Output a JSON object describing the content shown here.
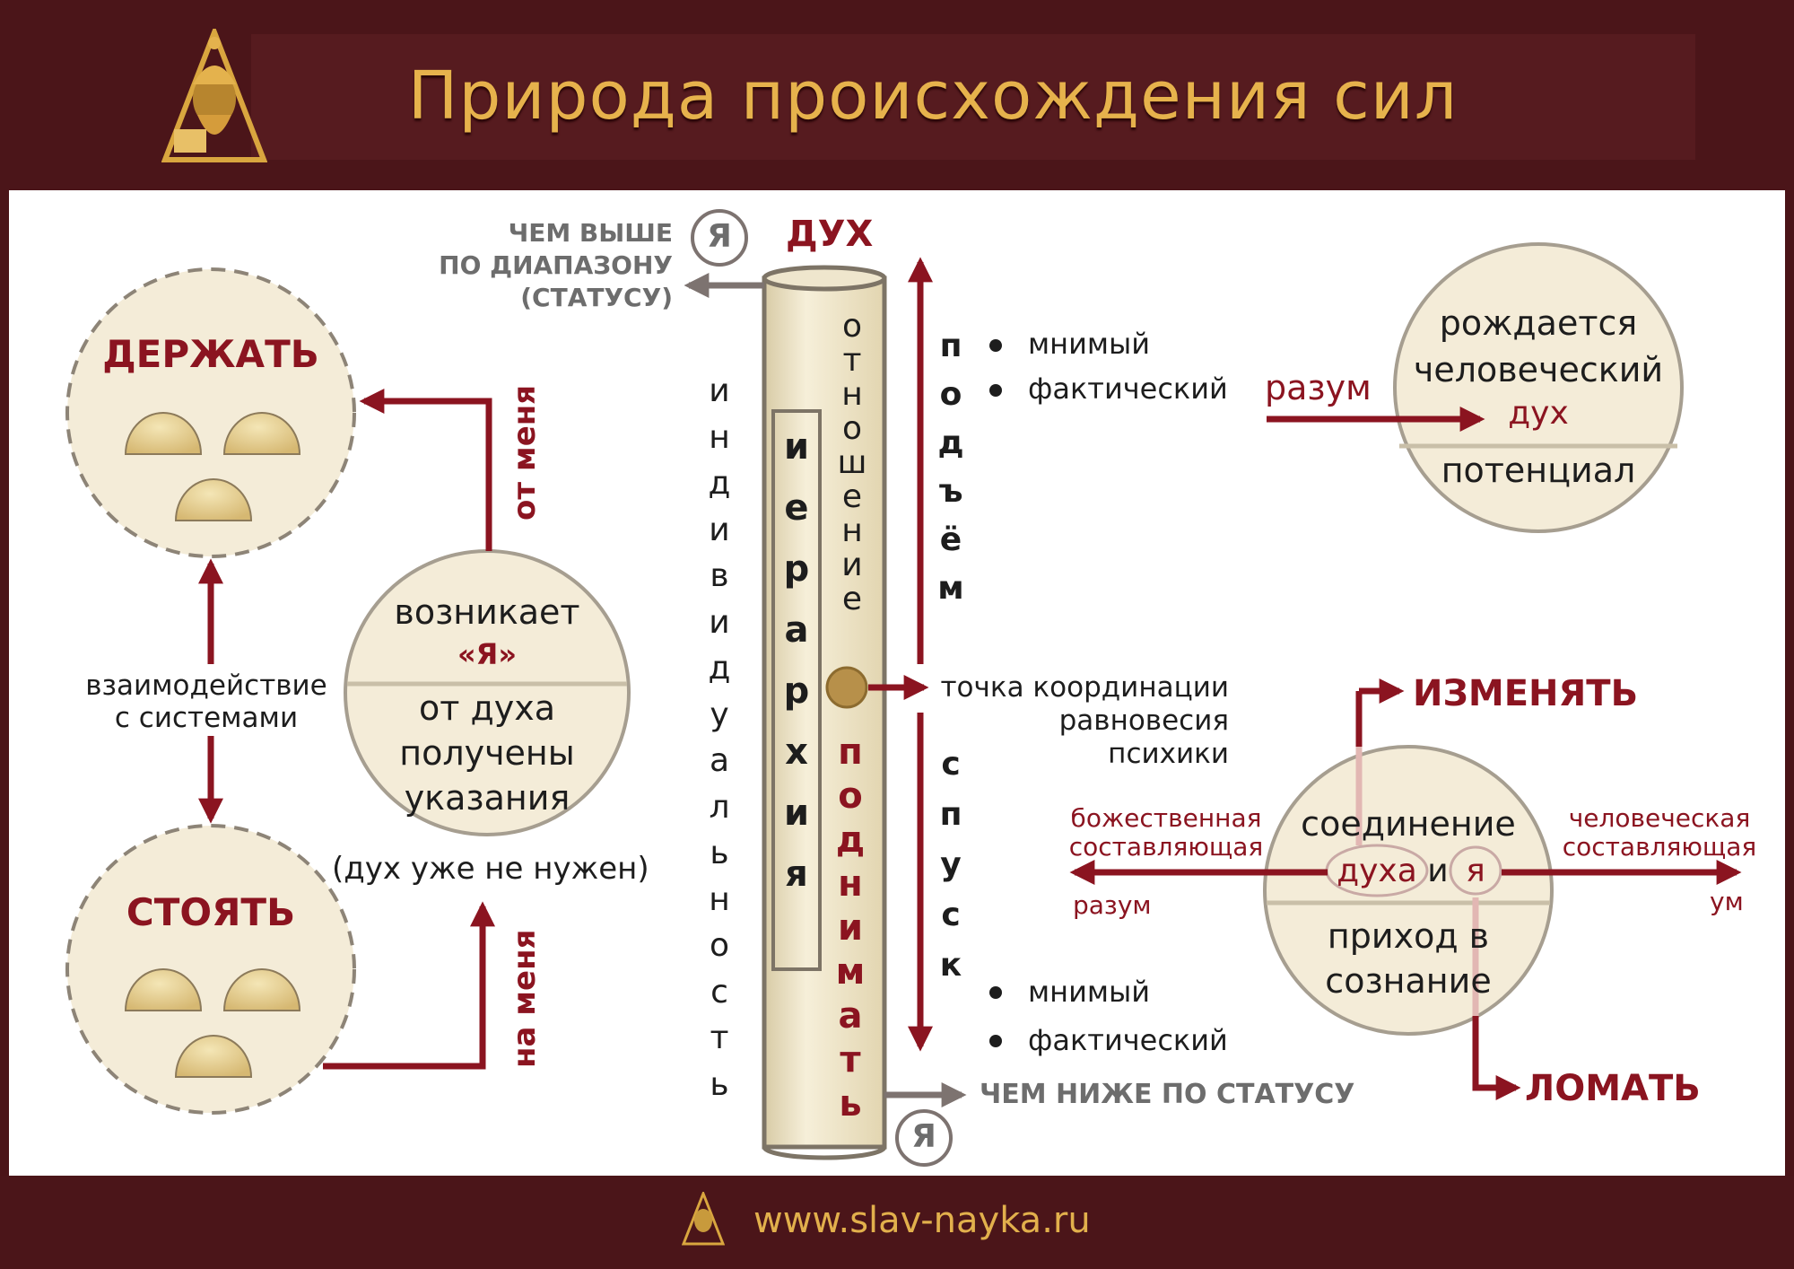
{
  "title": "Природа происхождения сил",
  "footer_url": "www.slav-nayka.ru",
  "colors": {
    "maroon": "#4b1519",
    "gold": "#e6b24c",
    "red": "#8b1420",
    "cream": "#f4ecd8",
    "grey": "#6d6d6d"
  },
  "left": {
    "hold_title": "ДЕРЖАТЬ",
    "stand_title": "СТОЯТЬ",
    "interaction": "взаимодействие\nс системами",
    "from_me": "от меня",
    "to_me": "на меня",
    "circle_top": "возникает",
    "circle_ya": "«Я»",
    "circle_bottom": "от духа\nполучены\nуказания",
    "spirit_not_needed": "(дух уже не нужен)"
  },
  "pillar": {
    "top_note": "ЧЕМ ВЫШЕ\nПО ДИАПАЗОНУ\n(СТАТУСУ)",
    "ya_top": "Я",
    "spirit": "ДУХ",
    "individuality": "индивидуальность",
    "hierarchy": "иерархия",
    "relation": "отношение",
    "raise": "поднимать",
    "ya_bottom": "Я",
    "bottom_note": "ЧЕМ НИЖЕ ПО СТАТУСУ"
  },
  "axis": {
    "ascent": "подъём",
    "descent": "спуск",
    "up_items": [
      "мнимый",
      "фактический"
    ],
    "down_items": [
      "мнимый",
      "фактический"
    ],
    "point": "точка координации\nравновесия\nпсихики"
  },
  "right_top": {
    "reason": "разум",
    "top": "рождается\nчеловеческий",
    "spirit": "дух",
    "bottom": "потенциал"
  },
  "right_bottom": {
    "change": "ИЗМЕНЯТЬ",
    "break": "ЛОМАТЬ",
    "divine": "божественная\nсоставляющая",
    "human": "человеческая\nсоставляющая",
    "reason": "разум",
    "mind": "ум",
    "union": "соединение",
    "of_spirit": "духа",
    "and": "и",
    "ya": "я",
    "arrival": "приход в\nсознание"
  }
}
